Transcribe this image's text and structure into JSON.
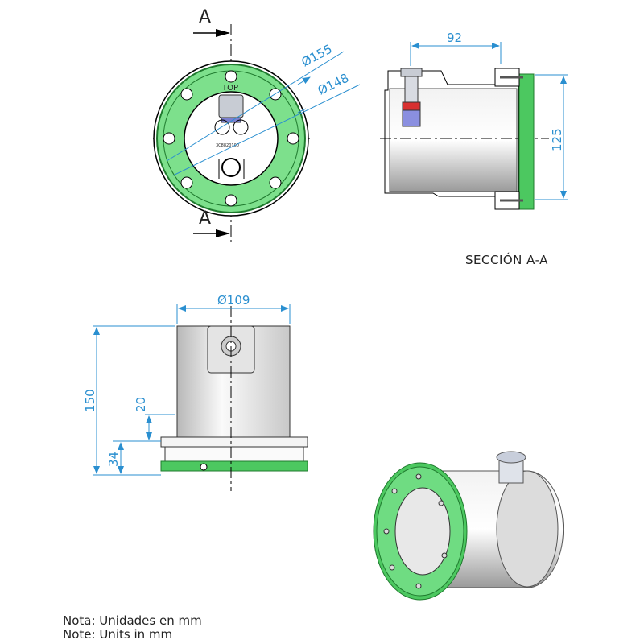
{
  "front_view": {
    "section_mark_top": "A",
    "section_mark_bottom": "A",
    "dim_outer": "Ø155",
    "dim_inner": "Ø148",
    "top_label": "TOP",
    "part_code": "3C8820100"
  },
  "section_view": {
    "dim_depth": "92",
    "dim_height": "125",
    "caption": "SECCIÓN A-A"
  },
  "side_view": {
    "dim_diameter": "Ø109",
    "dim_total": "150",
    "dim_flange": "20",
    "dim_base": "34"
  },
  "notes": [
    "Nota: Unidades en mm",
    "Note: Units in mm"
  ],
  "colors": {
    "dimension": "#2a8fd0",
    "flange_green": "#7de08c",
    "dark_green": "#1f7a2e"
  }
}
